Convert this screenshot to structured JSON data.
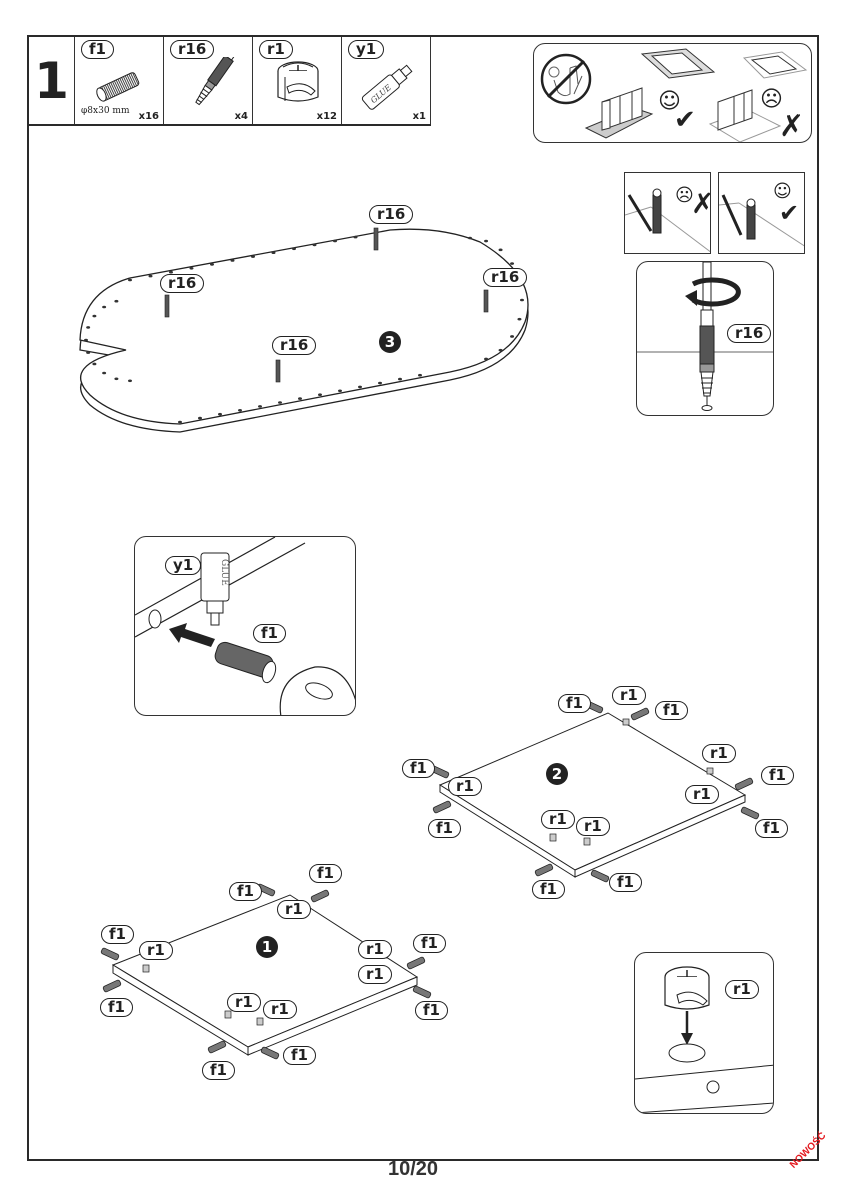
{
  "step": {
    "number": "1",
    "parts": [
      {
        "code": "f1",
        "name": "wooden dowel",
        "spec": "φ8x30 mm",
        "quantity": "x16"
      },
      {
        "code": "r16",
        "name": "cam bolt",
        "spec": "",
        "quantity": "x4"
      },
      {
        "code": "r1",
        "name": "cam lock nut",
        "spec": "",
        "quantity": "x12"
      },
      {
        "code": "y1",
        "name": "glue bottle",
        "spec": "",
        "quantity": "x1",
        "label": "GLUE"
      }
    ]
  },
  "warning_panel": {
    "no_children_icon": "no-children-icon",
    "good_label": "assemble on protective mat",
    "good_face": "☺",
    "good_mark": "✔",
    "bad_label": "assemble on bare floor",
    "bad_face": "☹",
    "bad_mark": "✗"
  },
  "bolt_detail": {
    "wrong": {
      "face": "☹",
      "mark": "✗"
    },
    "right": {
      "face": "☺",
      "mark": "✔"
    },
    "tag": "r16"
  },
  "tabletop": {
    "number": "3",
    "tags": [
      "r16",
      "r16",
      "r16",
      "r16"
    ]
  },
  "glue_detail": {
    "glue_tag": "y1",
    "dowel_tag": "f1",
    "glue_label": "GLUE"
  },
  "panel_2": {
    "number": "2",
    "f1_tags": [
      "f1",
      "f1",
      "f1",
      "f1",
      "f1",
      "f1",
      "f1",
      "f1"
    ],
    "r1_tags": [
      "r1",
      "r1",
      "r1",
      "r1",
      "r1",
      "r1"
    ]
  },
  "panel_1": {
    "number": "1",
    "f1_tags": [
      "f1",
      "f1",
      "f1",
      "f1",
      "f1",
      "f1",
      "f1",
      "f1"
    ],
    "r1_tags": [
      "r1",
      "r1",
      "r1",
      "r1",
      "r1",
      "r1"
    ]
  },
  "cam_detail": {
    "tag": "r1"
  },
  "footer": {
    "page": "10/20",
    "stamp": "NOWOŚĆ"
  }
}
